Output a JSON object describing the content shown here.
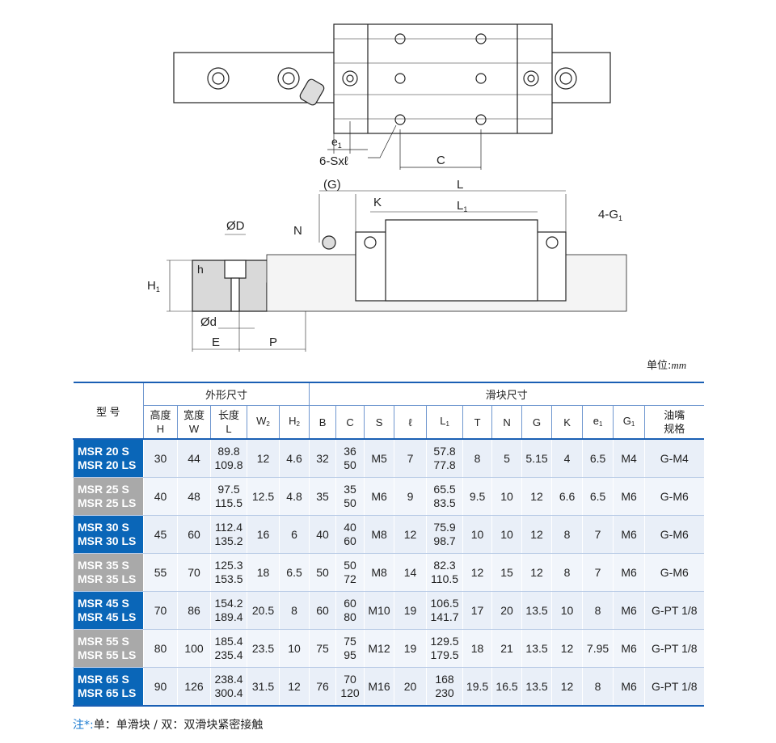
{
  "drawing": {
    "top_labels": {
      "e1": "e",
      "e1_sub": "1",
      "screw": "6-Sxℓ",
      "C": "C"
    },
    "side_labels": {
      "G": "(G)",
      "L": "L",
      "K": "K",
      "L1": "L",
      "L1_sub": "1",
      "N": "N",
      "G1": "4-G",
      "G1_sub": "1",
      "D": "ØD",
      "h": "h",
      "H1": "H",
      "H1_sub": "1",
      "d": "Ød",
      "E": "E",
      "P": "P"
    }
  },
  "unit": {
    "label": "单位:",
    "value": "mm"
  },
  "table": {
    "model_header": "型 号",
    "group_outer": "外形尺寸",
    "group_block": "滑块尺寸",
    "columns": [
      {
        "top": "高度",
        "bottom": "H"
      },
      {
        "top": "宽度",
        "bottom": "W"
      },
      {
        "top": "长度",
        "bottom": "L"
      },
      {
        "top": "W",
        "sub": "2"
      },
      {
        "top": "H",
        "sub": "2"
      },
      {
        "top": "B"
      },
      {
        "top": "C"
      },
      {
        "top": "S"
      },
      {
        "top": "ℓ"
      },
      {
        "top": "L",
        "sub": "1"
      },
      {
        "top": "T"
      },
      {
        "top": "N"
      },
      {
        "top": "G"
      },
      {
        "top": "K"
      },
      {
        "top": "e",
        "sub": "1"
      },
      {
        "top": "G",
        "sub": "1"
      },
      {
        "top": "油嘴",
        "bottom": "规格"
      }
    ],
    "rows": [
      {
        "model": [
          "MSR 20 S",
          "MSR 20 LS"
        ],
        "style": "blue",
        "H": "30",
        "W": "44",
        "L": [
          "89.8",
          "109.8"
        ],
        "W2": "12",
        "H2": "4.6",
        "B": "32",
        "C": [
          "36",
          "50"
        ],
        "S": "M5",
        "l": "7",
        "L1": [
          "57.8",
          "77.8"
        ],
        "T": "8",
        "N": "5",
        "G": "5.15",
        "K": "4",
        "e1": "6.5",
        "G1": "M4",
        "nipple": "G-M4"
      },
      {
        "model": [
          "MSR 25 S",
          "MSR 25 LS"
        ],
        "style": "grey",
        "H": "40",
        "W": "48",
        "L": [
          "97.5",
          "115.5"
        ],
        "W2": "12.5",
        "H2": "4.8",
        "B": "35",
        "C": [
          "35",
          "50"
        ],
        "S": "M6",
        "l": "9",
        "L1": [
          "65.5",
          "83.5"
        ],
        "T": "9.5",
        "N": "10",
        "G": "12",
        "K": "6.6",
        "e1": "6.5",
        "G1": "M6",
        "nipple": "G-M6"
      },
      {
        "model": [
          "MSR 30 S",
          "MSR 30 LS"
        ],
        "style": "blue",
        "H": "45",
        "W": "60",
        "L": [
          "112.4",
          "135.2"
        ],
        "W2": "16",
        "H2": "6",
        "B": "40",
        "C": [
          "40",
          "60"
        ],
        "S": "M8",
        "l": "12",
        "L1": [
          "75.9",
          "98.7"
        ],
        "T": "10",
        "N": "10",
        "G": "12",
        "K": "8",
        "e1": "7",
        "G1": "M6",
        "nipple": "G-M6"
      },
      {
        "model": [
          "MSR 35 S",
          "MSR 35 LS"
        ],
        "style": "grey",
        "H": "55",
        "W": "70",
        "L": [
          "125.3",
          "153.5"
        ],
        "W2": "18",
        "H2": "6.5",
        "B": "50",
        "C": [
          "50",
          "72"
        ],
        "S": "M8",
        "l": "14",
        "L1": [
          "82.3",
          "110.5"
        ],
        "T": "12",
        "N": "15",
        "G": "12",
        "K": "8",
        "e1": "7",
        "G1": "M6",
        "nipple": "G-M6"
      },
      {
        "model": [
          "MSR 45 S",
          "MSR 45 LS"
        ],
        "style": "blue",
        "H": "70",
        "W": "86",
        "L": [
          "154.2",
          "189.4"
        ],
        "W2": "20.5",
        "H2": "8",
        "B": "60",
        "C": [
          "60",
          "80"
        ],
        "S": "M10",
        "l": "19",
        "L1": [
          "106.5",
          "141.7"
        ],
        "T": "17",
        "N": "20",
        "G": "13.5",
        "K": "10",
        "e1": "8",
        "G1": "M6",
        "nipple": "G-PT 1/8"
      },
      {
        "model": [
          "MSR 55 S",
          "MSR 55 LS"
        ],
        "style": "grey",
        "H": "80",
        "W": "100",
        "L": [
          "185.4",
          "235.4"
        ],
        "W2": "23.5",
        "H2": "10",
        "B": "75",
        "C": [
          "75",
          "95"
        ],
        "S": "M12",
        "l": "19",
        "L1": [
          "129.5",
          "179.5"
        ],
        "T": "18",
        "N": "21",
        "G": "13.5",
        "K": "12",
        "e1": "7.95",
        "G1": "M6",
        "nipple": "G-PT 1/8"
      },
      {
        "model": [
          "MSR 65 S",
          "MSR 65 LS"
        ],
        "style": "blue",
        "H": "90",
        "W": "126",
        "L": [
          "238.4",
          "300.4"
        ],
        "W2": "31.5",
        "H2": "12",
        "B": "76",
        "C": [
          "70",
          "120"
        ],
        "S": "M16",
        "l": "20",
        "L1": [
          "168",
          "230"
        ],
        "T": "19.5",
        "N": "16.5",
        "G": "13.5",
        "K": "12",
        "e1": "8",
        "G1": "M6",
        "nipple": "G-PT 1/8"
      }
    ]
  },
  "note": {
    "mark": "注*:",
    "text": "单：单滑块 / 双：双滑块紧密接触"
  },
  "colors": {
    "accent": "#0a66b8",
    "grey": "#a9a9a9",
    "row": "#e9eff8"
  }
}
